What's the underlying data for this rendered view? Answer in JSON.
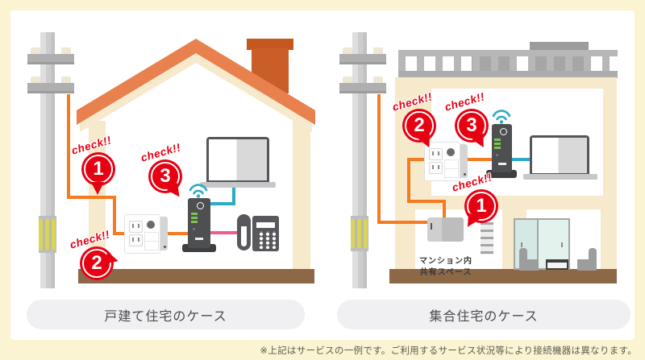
{
  "panel": {
    "left": {
      "caption": "戸建て住宅のケース",
      "badges": [
        {
          "label": "check!!",
          "number": "1"
        },
        {
          "label": "check!!",
          "number": "2"
        },
        {
          "label": "check!!",
          "number": "3"
        }
      ]
    },
    "right": {
      "caption": "集合住宅のケース",
      "shared_space": {
        "line1": "マンション内",
        "line2": "共有スペース"
      },
      "badges": [
        {
          "label": "check!!",
          "number": "1"
        },
        {
          "label": "check!!",
          "number": "2"
        },
        {
          "label": "check!!",
          "number": "3"
        }
      ]
    }
  },
  "footnote": "※上記はサービスの一例です。ご利用するサービス状況等により接続機器は異なります。",
  "colors": {
    "badge_red": "#E60012",
    "fiber_orange": "#F47B20",
    "lan_teal": "#2CABC3",
    "phone_pink": "#EF5C8E",
    "roof_orange": "#E8814E",
    "chimney_rust": "#C75F2B",
    "wall_cream": "#F7E9CB",
    "floor_brown": "#8D6847",
    "background_yellow": "#FBF4D2"
  }
}
